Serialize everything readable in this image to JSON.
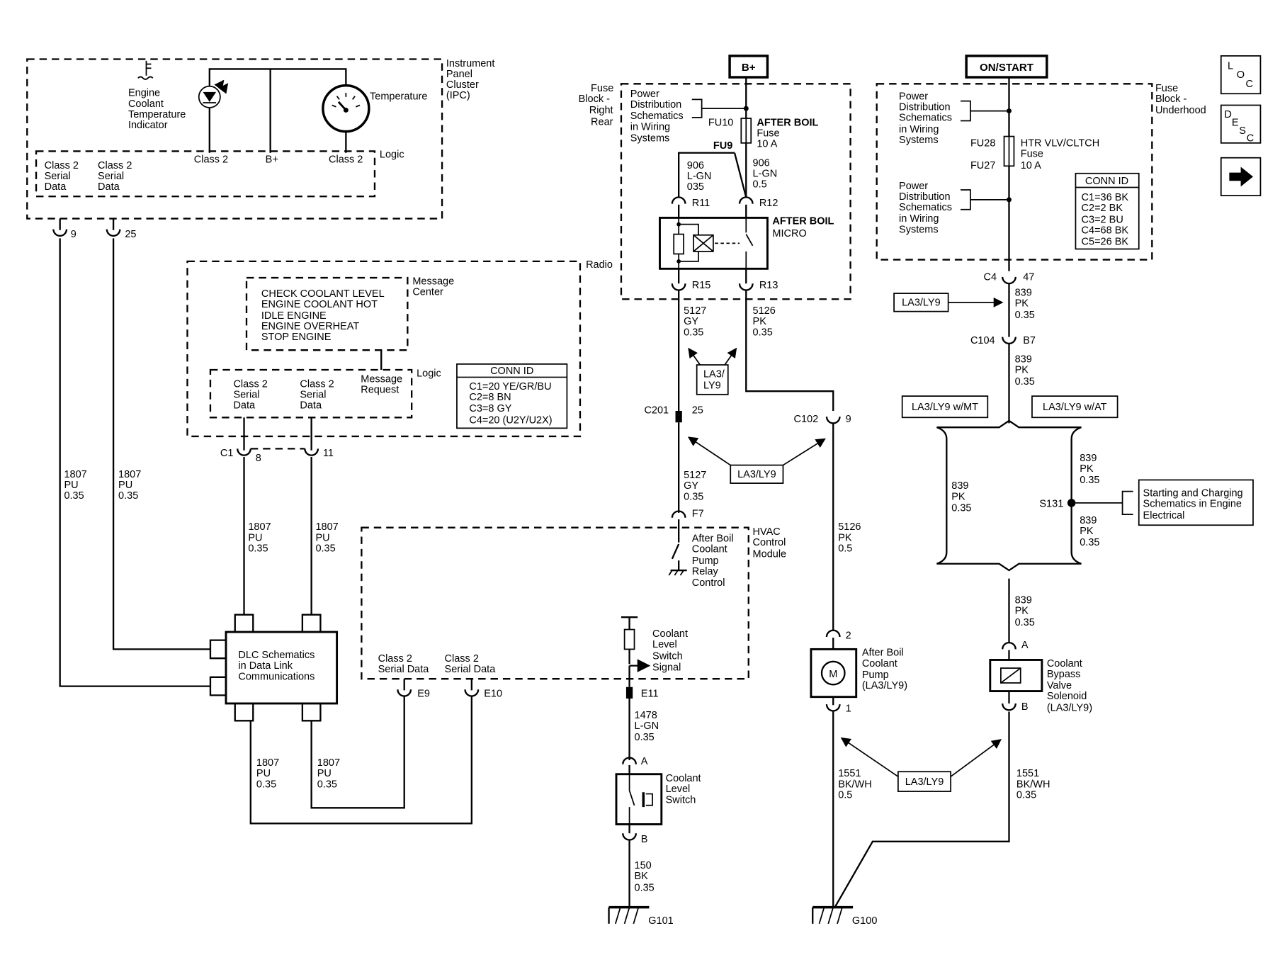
{
  "nav": {
    "loc": {
      "l1": "L",
      "l2": "O",
      "l3": "C"
    },
    "desc": {
      "l1": "D",
      "l2": "E",
      "l3": "S",
      "l4": "C"
    },
    "next_arrow_icon": "arrow-right-icon"
  },
  "power": {
    "bplus": "B+",
    "onstart": "ON/START"
  },
  "ipc": {
    "module": [
      "Instrument",
      "Panel",
      "Cluster",
      "(IPC)"
    ],
    "indicator": [
      "Engine",
      "Coolant",
      "Temperature",
      "Indicator"
    ],
    "gauge": "Temperature",
    "logic": "Logic",
    "class2_a": "Class 2",
    "bplus": "B+",
    "class2_b": "Class 2",
    "serial1": [
      "Class 2",
      "Serial",
      "Data"
    ],
    "serial2": [
      "Class 2",
      "Serial",
      "Data"
    ],
    "pin_a": "9",
    "pin_b": "25"
  },
  "radio": {
    "module": "Radio",
    "message_center": [
      "Message",
      "Center"
    ],
    "messages": [
      "CHECK COOLANT LEVEL",
      "ENGINE COOLANT HOT",
      "IDLE ENGINE",
      "ENGINE OVERHEAT",
      "STOP ENGINE"
    ],
    "logic": "Logic",
    "serial1": [
      "Class 2",
      "Serial",
      "Data"
    ],
    "serial2": [
      "Class 2",
      "Serial",
      "Data"
    ],
    "msg_req": [
      "Message",
      "Request"
    ],
    "conn_title": "CONN ID",
    "conn": [
      "C1=20 YE/GR/BU",
      "C2=8 BN",
      "C3=8 GY",
      "C4=20 (U2Y/U2X)"
    ],
    "c1": "C1",
    "pin8": "8",
    "pin11": "11"
  },
  "wires": {
    "w1807a": [
      "1807",
      "PU",
      "0.35"
    ],
    "w1807b": [
      "1807",
      "PU",
      "0.35"
    ],
    "w1807c": [
      "1807",
      "PU",
      "0.35"
    ],
    "w1807d": [
      "1807",
      "PU",
      "0.35"
    ],
    "w1807e": [
      "1807",
      "PU",
      "0.35"
    ],
    "w1807f": [
      "1807",
      "PU",
      "0.35"
    ]
  },
  "dlc": [
    "DLC Schematics",
    "in Data Link",
    "Communications"
  ],
  "fuse_rear": {
    "label": [
      "Fuse",
      "Block -",
      "Right",
      "Rear"
    ],
    "pd": [
      "Power",
      "Distribution",
      "Schematics",
      "in Wiring",
      "Systems"
    ],
    "fu10": "FU10",
    "fuse_name": "AFTER BOIL",
    "fuse_sub": [
      "Fuse",
      "10 A"
    ],
    "fu9": "FU9",
    "w906a": [
      "906",
      "L-GN",
      "035"
    ],
    "w906b": [
      "906",
      "L-GN",
      "0.5"
    ],
    "r11": "R11",
    "r12": "R12",
    "relay": [
      "AFTER BOIL",
      "MICRO"
    ],
    "r15": "R15",
    "r13": "R13"
  },
  "mid": {
    "w5127a": [
      "5127",
      "GY",
      "0.35"
    ],
    "w5126a": [
      "5126",
      "PK",
      "0.35"
    ],
    "la3_box": [
      "LA3/",
      "LY9"
    ],
    "c201": "C201",
    "pin25": "25",
    "c102": "C102",
    "pin9": "9",
    "la3_mid": "LA3/LY9",
    "w5127b": [
      "5127",
      "GY",
      "0.35"
    ],
    "w5126b": [
      "5126",
      "PK",
      "0.5"
    ],
    "f7": "F7"
  },
  "hvac": {
    "module": [
      "HVAC",
      "Control",
      "Module"
    ],
    "relay_ctrl": [
      "After Boil",
      "Coolant",
      "Pump",
      "Relay",
      "Control"
    ],
    "cls": [
      "Coolant",
      "Level",
      "Switch",
      "Signal"
    ],
    "serial1": [
      "Class 2",
      "Serial Data"
    ],
    "serial2": [
      "Class 2",
      "Serial Data"
    ],
    "e9": "E9",
    "e10": "E10",
    "e11": "E11"
  },
  "switch": {
    "w1478": [
      "1478",
      "L-GN",
      "0.35"
    ],
    "pin_a": "A",
    "name": [
      "Coolant",
      "Level",
      "Switch"
    ],
    "pin_b": "B",
    "w150": [
      "150",
      "BK",
      "0.35"
    ],
    "ground": "G101"
  },
  "pump": {
    "pin2": "2",
    "motor": "M",
    "name": [
      "After Boil",
      "Coolant",
      "Pump",
      "(LA3/LY9)"
    ],
    "pin1": "1",
    "w1551": [
      "1551",
      "BK/WH",
      "0.5"
    ],
    "ground": "G100",
    "la3_bottom": "LA3/LY9"
  },
  "fuse_under": {
    "label": [
      "Fuse",
      "Block -",
      "Underhood"
    ],
    "pd1": [
      "Power",
      "Distribution",
      "Schematics",
      "in Wiring",
      "Systems"
    ],
    "pd2": [
      "Power",
      "Distribution",
      "Schematics",
      "in Wiring",
      "Systems"
    ],
    "fu28": "FU28",
    "fu27": "FU27",
    "fuse_name": "HTR VLV/CLTCH",
    "fuse_sub": [
      "Fuse",
      "10 A"
    ],
    "conn_title": "CONN ID",
    "conn": [
      "C1=36 BK",
      "C2=2 BK",
      "C3=2 BU",
      "C4=68 BK",
      "C5=26 BK"
    ]
  },
  "right": {
    "c4": "C4",
    "pin47": "47",
    "la3": "LA3/LY9",
    "w839a": [
      "839",
      "PK",
      "0.35"
    ],
    "c104": "C104",
    "b7": "B7",
    "w839b": [
      "839",
      "PK",
      "0.35"
    ],
    "mt": "LA3/LY9 w/MT",
    "at": "LA3/LY9 w/AT",
    "w839c": [
      "839",
      "PK",
      "0.35"
    ],
    "w839d": [
      "839",
      "PK",
      "0.35"
    ],
    "s131": "S131",
    "w839e": [
      "839",
      "PK",
      "0.35"
    ],
    "start": [
      "Starting and Charging",
      "Schematics in Engine",
      "Electrical"
    ],
    "w839f": [
      "839",
      "PK",
      "0.35"
    ],
    "pin_a": "A",
    "solenoid": [
      "Coolant",
      "Bypass",
      "Valve",
      "Solenoid",
      "(LA3/LY9)"
    ],
    "pin_b": "B",
    "w1551": [
      "1551",
      "BK/WH",
      "0.35"
    ]
  }
}
